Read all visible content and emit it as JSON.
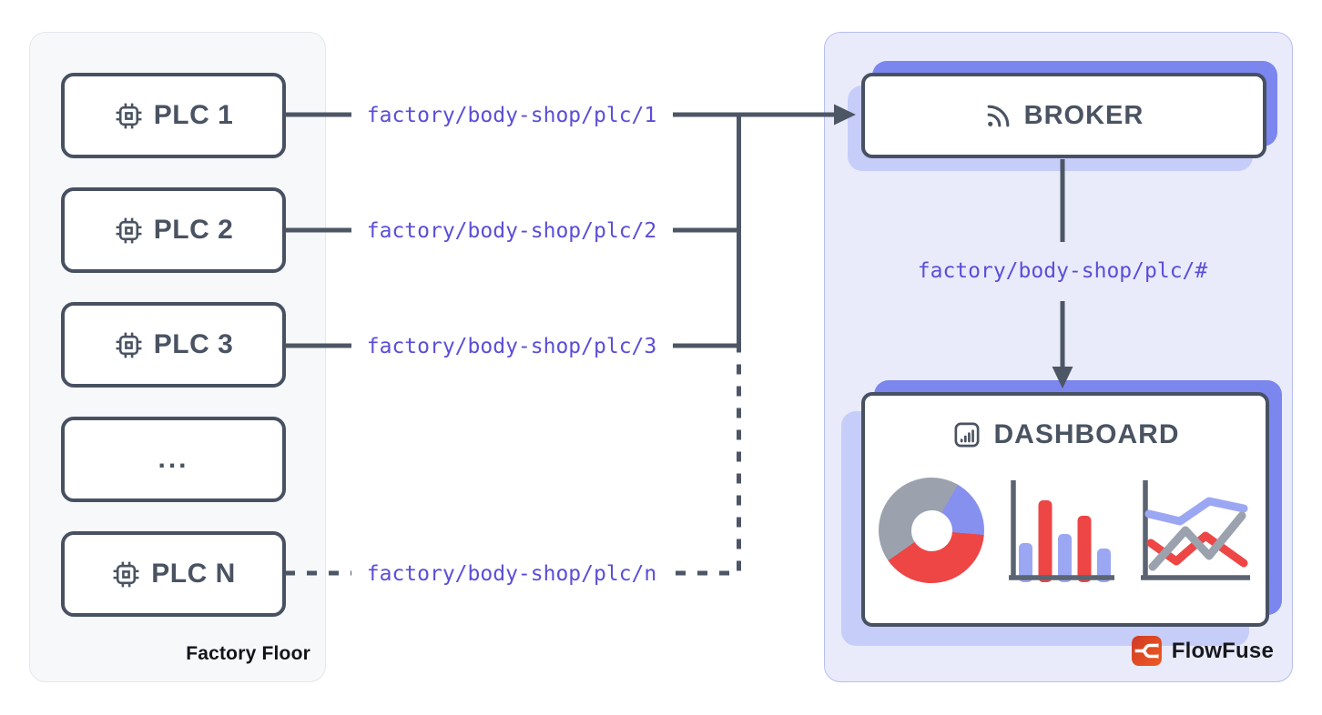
{
  "factory_floor": {
    "caption": "Factory Floor",
    "nodes": [
      {
        "label": "PLC 1",
        "icon": "cpu-icon"
      },
      {
        "label": "PLC 2",
        "icon": "cpu-icon"
      },
      {
        "label": "PLC 3",
        "icon": "cpu-icon"
      },
      {
        "label": "...",
        "icon": ""
      },
      {
        "label": "PLC N",
        "icon": "cpu-icon"
      }
    ]
  },
  "topics": {
    "plc1": "factory/body-shop/plc/1",
    "plc2": "factory/body-shop/plc/2",
    "plc3": "factory/body-shop/plc/3",
    "plcn": "factory/body-shop/plc/n",
    "wildcard": "factory/body-shop/plc/#"
  },
  "broker": {
    "label": "BROKER",
    "icon": "rss-icon"
  },
  "dashboard": {
    "label": "DASHBOARD",
    "icon": "mini-bar-chart-icon"
  },
  "brand": {
    "label": "FlowFuse",
    "icon": "flowfuse-logo"
  },
  "colors": {
    "stroke_dark": "#4d5665",
    "box_border": "#475162",
    "heading_text": "#4a5362",
    "topic_text": "#5a4ed9",
    "accent_periwinkle": "#7b86ee",
    "accent_lavender": "#c7cdf9",
    "panel_right_bg": "#e9ebfb",
    "panel_right_border": "#b6bff2",
    "panel_left_bg": "#f7f8fa",
    "panel_left_border": "#e4e7ec",
    "chart_gray": "#9ba2ad",
    "chart_red": "#ee4545",
    "chart_periwinkle": "#9ca7f4",
    "chart_blue": "#8690ef"
  },
  "dashboard_charts": {
    "donut": {
      "type": "pie",
      "slices": [
        {
          "name": "gray-wrap",
          "color": "#9ba2ad",
          "from": 0,
          "to": 30
        },
        {
          "name": "blue",
          "color": "#8690ef",
          "from": 30,
          "to": 95
        },
        {
          "name": "red",
          "color": "#ee4545",
          "from": 95,
          "to": 235
        },
        {
          "name": "gray",
          "color": "#9ba2ad",
          "from": 235,
          "to": 360
        }
      ]
    },
    "bars": {
      "type": "bar",
      "values": [
        38,
        85,
        48,
        68,
        32
      ],
      "colors": [
        "#9ca7f4",
        "#ee4545",
        "#9ca7f4",
        "#ee4545",
        "#9ca7f4"
      ]
    },
    "lines": {
      "type": "line",
      "series": [
        {
          "name": "blue",
          "color": "#9ca7f4",
          "points": [
            [
              12,
              40
            ],
            [
              46,
              48
            ],
            [
              78,
              26
            ],
            [
              116,
              34
            ]
          ]
        },
        {
          "name": "red",
          "color": "#ee4545",
          "points": [
            [
              14,
              72
            ],
            [
              42,
              92
            ],
            [
              74,
              64
            ],
            [
              116,
              94
            ]
          ]
        },
        {
          "name": "gray",
          "color": "#9ba2ad",
          "points": [
            [
              16,
              98
            ],
            [
              52,
              58
            ],
            [
              78,
              86
            ],
            [
              114,
              42
            ]
          ]
        }
      ]
    }
  }
}
